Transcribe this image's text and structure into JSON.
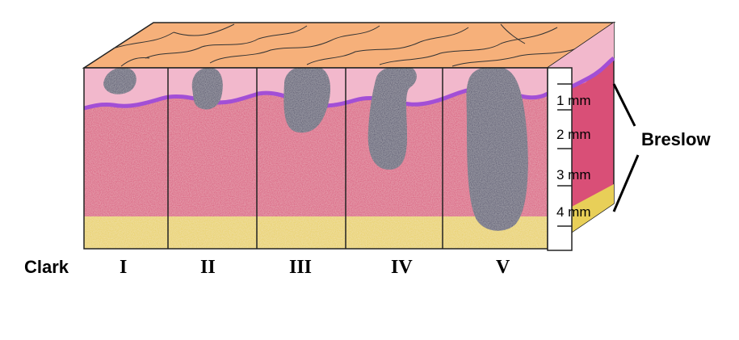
{
  "labels": {
    "clark": "Clark",
    "breslow": "Breslow"
  },
  "stages": [
    "I",
    "II",
    "III",
    "IV",
    "V"
  ],
  "depths": [
    "1 mm",
    "2 mm",
    "3 mm",
    "4 mm"
  ],
  "colors": {
    "skin_top": "#f6b07a",
    "epidermis": "#f2b8cc",
    "basement_membrane": "#a24fd6",
    "dermis": "#d94f77",
    "subcutaneous_fat": "#e8cf58",
    "tumor": "#4b4a66",
    "ruler": "#ffffff"
  }
}
